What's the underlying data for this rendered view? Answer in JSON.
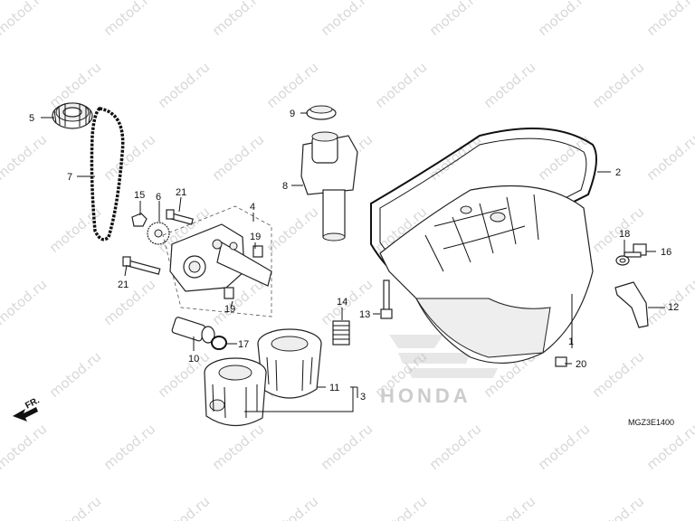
{
  "watermark": {
    "text": "motod.ru"
  },
  "diagram_code": "MGZ3E1400",
  "direction_label": "FR.",
  "brand_watermark": "HONDA",
  "callouts": [
    {
      "id": "5",
      "label": "5"
    },
    {
      "id": "7",
      "label": "7"
    },
    {
      "id": "15",
      "label": "15"
    },
    {
      "id": "6",
      "label": "6"
    },
    {
      "id": "21a",
      "label": "21"
    },
    {
      "id": "4",
      "label": "4"
    },
    {
      "id": "19a",
      "label": "19"
    },
    {
      "id": "19b",
      "label": "19"
    },
    {
      "id": "21b",
      "label": "21"
    },
    {
      "id": "10",
      "label": "10"
    },
    {
      "id": "17",
      "label": "17"
    },
    {
      "id": "9",
      "label": "9"
    },
    {
      "id": "8",
      "label": "8"
    },
    {
      "id": "14",
      "label": "14"
    },
    {
      "id": "13",
      "label": "13"
    },
    {
      "id": "11",
      "label": "11"
    },
    {
      "id": "3",
      "label": "3"
    },
    {
      "id": "2",
      "label": "2"
    },
    {
      "id": "18",
      "label": "18"
    },
    {
      "id": "16",
      "label": "16"
    },
    {
      "id": "12",
      "label": "12"
    },
    {
      "id": "1",
      "label": "1"
    },
    {
      "id": "20",
      "label": "20"
    }
  ]
}
